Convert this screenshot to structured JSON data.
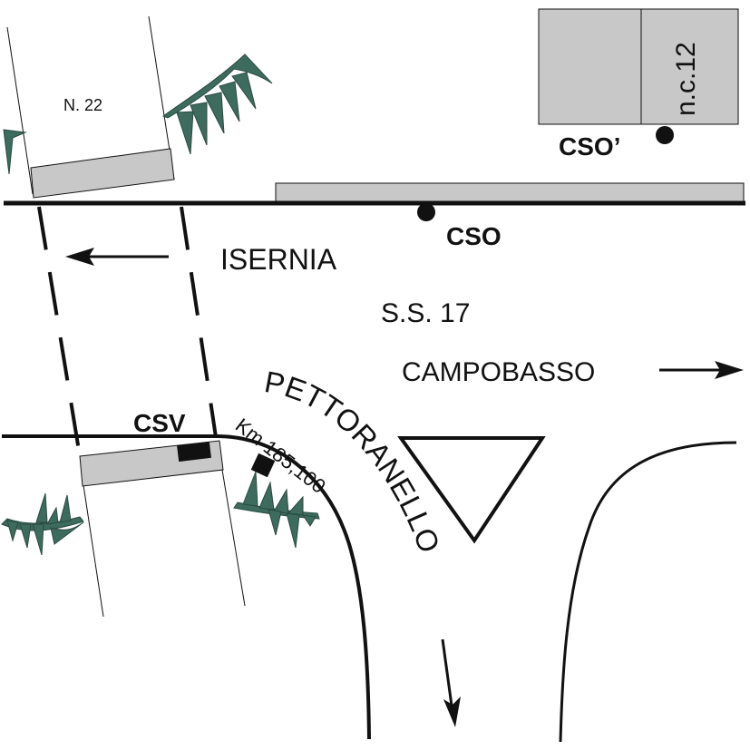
{
  "colors": {
    "line": "#111111",
    "bridge_fill": "#c8c8c8",
    "vegetation": "#3d6b5e",
    "background": "#ffffff"
  },
  "labels": {
    "building_n22": "N. 22",
    "building_nc12": "n.c.12",
    "point_cso_prime": "CSO’",
    "point_cso": "CSO",
    "direction_isernia": "ISERNIA",
    "road_ss17": "S.S. 17",
    "direction_campobasso": "CAMPOBASSO",
    "road_pettoranello": "PETTORANELLO",
    "point_csv": "CSV",
    "kilometre_marker": "Km 185,100"
  }
}
